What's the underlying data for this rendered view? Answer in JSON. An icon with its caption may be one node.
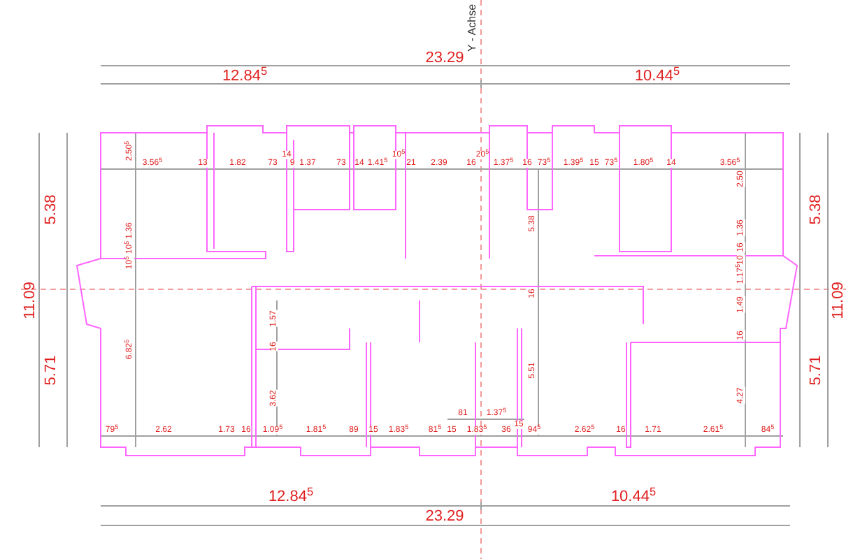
{
  "diagram": {
    "labels": [
      "Y - Achse",
      "23.29",
      "12.84$^{5}$",
      "10.44$^{5}$",
      "2.50$^{5}$",
      "3.56$^{5}$",
      "13",
      "1.82",
      "73",
      "14",
      "9",
      "1.37",
      "73",
      "14",
      "1.41$^{5}$",
      "10$^{5}$",
      "21",
      "2.39",
      "16",
      "20$^{5}$",
      "1.37$^{5}$",
      "16",
      "73$^{5}$",
      "1.39$^{5}$",
      "15",
      "73$^{5}$",
      "1.80$^{5}$",
      "14",
      "3.56$^{5}$",
      "2.50",
      "5.38",
      "5.38",
      "1.36",
      "1.36",
      "5.38",
      "10$^{5}$",
      "16",
      "10$^{5}$",
      "10",
      "1.17$^{5}$",
      "11.09",
      "11.09",
      "1.57",
      "16",
      "16",
      "1.49",
      "6.82$^{5}$",
      "5.71",
      "5.71",
      "5.51",
      "3.62",
      "4.27",
      "16",
      "81",
      "1.37$^{5}$",
      "15",
      "79$^{5}$",
      "2.62",
      "1.73",
      "16",
      "1.09$^{5}$",
      "1.81$^{5}$",
      "89",
      "15",
      "1.83$^{5}$",
      "81$^{5}$",
      "15",
      "1.83$^{5}$",
      "36",
      "94$^{5}$",
      "2.62$^{5}$",
      "16",
      "1.71",
      "2.61$^{5}$",
      "84$^{5}$",
      "12.84$^{5}$",
      "10.44$^{5}$",
      "23.29"
    ]
  }
}
